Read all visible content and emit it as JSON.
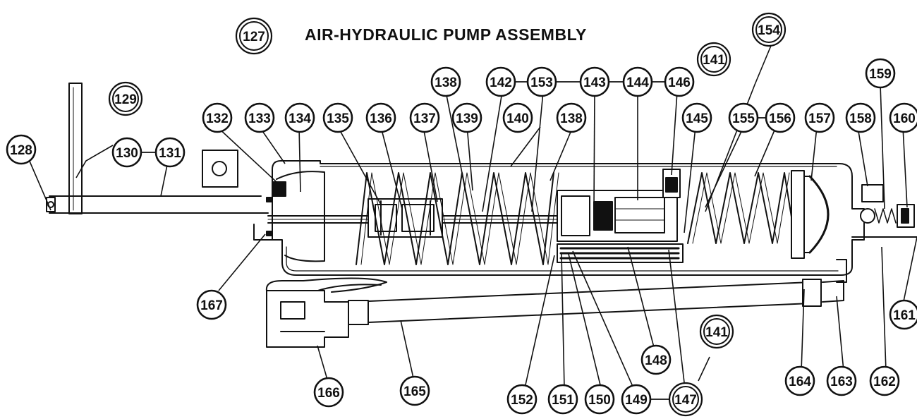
{
  "diagram": {
    "title": "AIR-HYDRAULIC PUMP ASSEMBLY",
    "assembly_callout": "127",
    "callouts": {
      "c128": "128",
      "c129": "129",
      "c130": "130",
      "c131": "131",
      "c132": "132",
      "c133": "133",
      "c134": "134",
      "c135": "135",
      "c136": "136",
      "c137": "137",
      "c138a": "138",
      "c139": "139",
      "c140": "140",
      "c142": "142",
      "c153a": "153",
      "c143": "143",
      "c144": "144",
      "c146": "146",
      "c141a": "141",
      "c154": "154",
      "c138b": "138",
      "c145": "145",
      "c155": "155",
      "c156": "156",
      "c157": "157",
      "c158": "158",
      "c159": "159",
      "c160": "160",
      "c161": "161",
      "c162": "162",
      "c163": "163",
      "c164": "164",
      "c141b": "141",
      "c147": "147",
      "c148": "148",
      "c149": "149",
      "c150": "150",
      "c151": "151",
      "c152": "152",
      "c165": "165",
      "c166": "166",
      "c167": "167"
    }
  },
  "colors": {
    "ink": "#111111",
    "paper": "#ffffff"
  }
}
